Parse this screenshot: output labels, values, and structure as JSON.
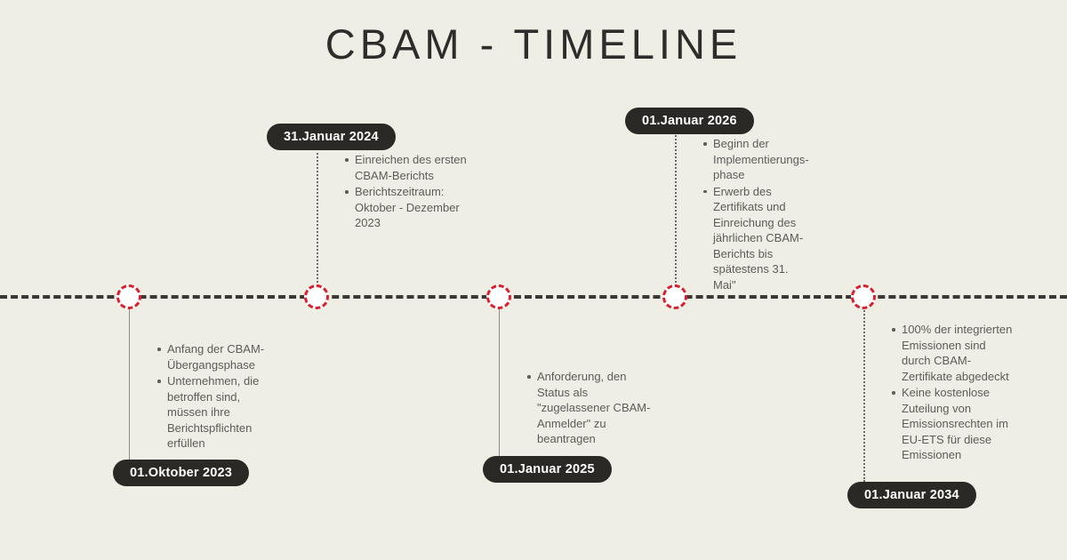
{
  "title": "CBAM - TIMELINE",
  "colors": {
    "background": "#efeee4",
    "axis": "#3a3936",
    "marker_border": "#d8202f",
    "marker_fill": "#ffffff",
    "pill_background": "#2b2926",
    "pill_text": "#ffffff",
    "body_text": "#5c5c59",
    "title_text": "#2e2d2b"
  },
  "timeline": {
    "milestones": [
      {
        "id": "2023-10-01",
        "date_label": "01.Oktober 2023",
        "side": "below",
        "connector": "solid",
        "bullets": [
          "Anfang der CBAM-Übergangsphase",
          "Unternehmen, die betroffen sind, müssen ihre Berichtspflichten erfüllen"
        ]
      },
      {
        "id": "2024-01-31",
        "date_label": "31.Januar 2024",
        "side": "above",
        "connector": "dotted",
        "bullets": [
          "Einreichen des ersten CBAM-Berichts",
          "Berichtszeitraum: Oktober - Dezember 2023"
        ]
      },
      {
        "id": "2025-01-01",
        "date_label": "01.Januar 2025",
        "side": "below",
        "connector": "solid",
        "bullets": [
          "Anforderung, den Status als \"zugelassener CBAM-Anmelder\" zu beantragen"
        ]
      },
      {
        "id": "2026-01-01",
        "date_label": "01.Januar 2026",
        "side": "above",
        "connector": "dotted",
        "bullets": [
          "Beginn der Implementierungs-phase",
          "Erwerb des Zertifikats und Einreichung des jährlichen CBAM-Berichts bis spätestens 31. Mai\""
        ]
      },
      {
        "id": "2034-01-01",
        "date_label": "01.Januar 2034",
        "side": "below",
        "connector": "dotted",
        "bullets": [
          "100% der integrierten Emissionen sind durch CBAM-Zertifikate abgedeckt",
          "Keine kostenlose Zuteilung von Emissionsrechten im EU-ETS für diese Emissionen"
        ]
      }
    ]
  }
}
